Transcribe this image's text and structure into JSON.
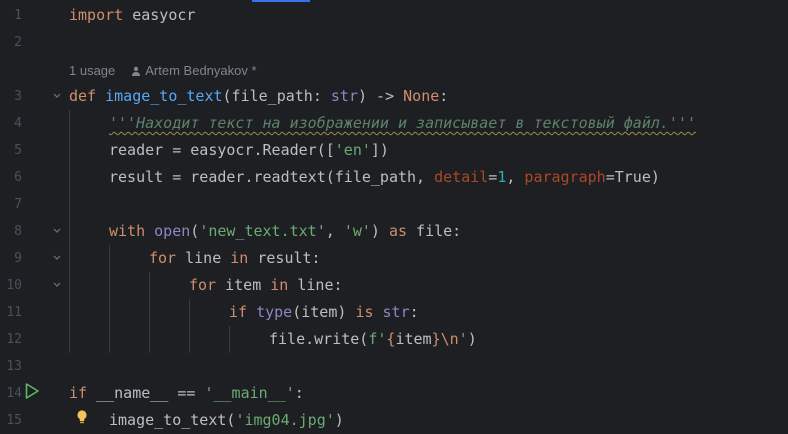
{
  "gutter": {
    "line_numbers": [
      "1",
      "2",
      "3",
      "4",
      "5",
      "6",
      "7",
      "8",
      "9",
      "10",
      "11",
      "12",
      "13",
      "14",
      "15"
    ]
  },
  "inlay_hint": {
    "usage": "1 usage",
    "author": "Artem Bednyakov *"
  },
  "code": {
    "l1": {
      "kw": "import",
      "rest": " easyocr"
    },
    "l3": {
      "def": "def",
      "fname": "image_to_text",
      "open": "(file_path: ",
      "type": "str",
      "arrow": ") -> ",
      "none": "None",
      "colon": ":"
    },
    "l4": {
      "doc": "'''Находит текст на изображении и записывает в текстовый файл.'''"
    },
    "l5": {
      "pre": "reader = easyocr.Reader([",
      "str": "'en'",
      "post": "])"
    },
    "l6": {
      "pre": "result = reader.readtext(file_path, ",
      "p1": "detail",
      "eq1": "=",
      "n1": "1",
      "comma": ", ",
      "p2": "paragraph",
      "eq2": "=True)"
    },
    "l8": {
      "with": "with",
      "sp": " ",
      "open": "open",
      "paren": "(",
      "s1": "'new_text.txt'",
      "comma": ", ",
      "s2": "'w'",
      "close": ") ",
      "as": "as",
      "rest": " file:"
    },
    "l9": {
      "for": "for",
      "mid": " line ",
      "in": "in",
      "rest": " result:"
    },
    "l10": {
      "for": "for",
      "mid": " item ",
      "in": "in",
      "rest": " line:"
    },
    "l11": {
      "if": "if",
      "sp": " ",
      "type": "type",
      "mid": "(item) ",
      "is": "is",
      "sp2": " ",
      "str": "str",
      "colon": ":"
    },
    "l12": {
      "pre": "file.write(",
      "f": "f'",
      "lb": "{",
      "var": "item",
      "rb": "}",
      "esc": "\\n",
      "q": "'",
      "close": ")"
    },
    "l14": {
      "if": "if",
      "mid": " __name__ == ",
      "str": "'__main__'",
      "colon": ":"
    },
    "l15": {
      "call": "image_to_text(",
      "str": "'img04.jpg'",
      "close": ")"
    }
  },
  "icons": {
    "run": "run-play-icon",
    "bulb": "intention-bulb-icon",
    "user": "user-icon",
    "fold": "fold-chevron-icon"
  },
  "colors": {
    "background": "#1e1f22",
    "keyword": "#cf8e6d",
    "function": "#56a8f5",
    "builtin": "#8888c6",
    "string": "#6aab73",
    "number": "#2aacb8",
    "parameter": "#aa4926",
    "docstring": "#5f826b",
    "text": "#bcbec4",
    "run_icon": "#5fb865",
    "bulb_icon": "#f2c55c"
  }
}
